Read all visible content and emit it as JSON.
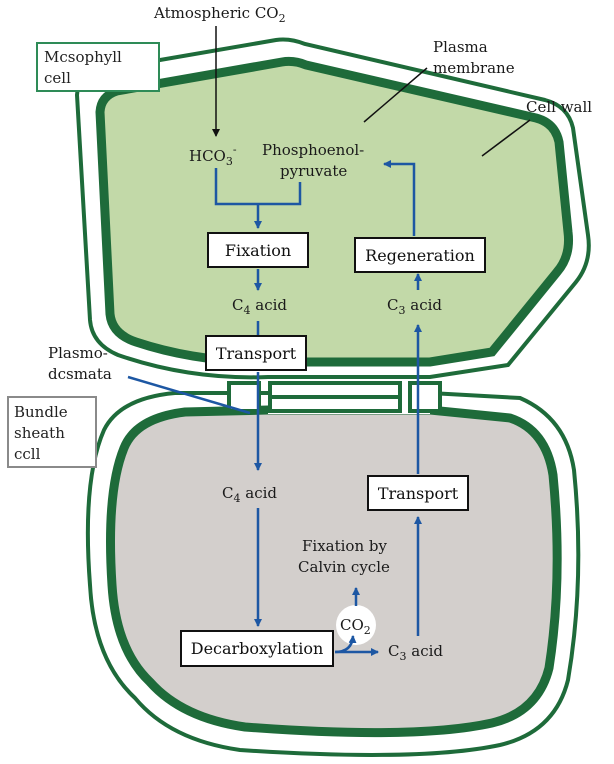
{
  "legend": {
    "mesophyll": "Mcsophyll cell",
    "mesophyll_l1": "Mcsophyll",
    "mesophyll_l2": "cell",
    "bundle_sheath_l1": "Bundle",
    "bundle_sheath_l2": "sheath",
    "bundle_sheath_l3": "ccll"
  },
  "labels": {
    "atmospheric": "Atmospheric CO",
    "atmospheric_sub": "2",
    "plasma_membrane_l1": "Plasma",
    "plasma_membrane_l2": "membrane",
    "cell_wall": "Cell wall",
    "hco3": "HCO",
    "hco3_sub": "3",
    "hco3_sup": "-",
    "pep_l1": "Phosphoenol-",
    "pep_l2": "pyruvate",
    "plasmodesmata_l1": "Plasmo-",
    "plasmodesmata_l2": "dcsmata",
    "c4_acid_top_c": "C",
    "c4_acid_top_sub": "4",
    "c4_acid_top_rest": " acid",
    "c4_acid_bottom_c": "C",
    "c4_acid_bottom_sub": "4",
    "c4_acid_bottom_rest": " acid",
    "c3_acid_top_c": "C",
    "c3_acid_top_sub": "3",
    "c3_acid_top_rest": " acid",
    "c3_acid_bottom_c": "C",
    "c3_acid_bottom_sub": "3",
    "c3_acid_bottom_rest": " acid",
    "calvin_l1": "Fixation by",
    "calvin_l2": "Calvin cycle",
    "co2_bubble": "CO",
    "co2_bubble_sub": "2"
  },
  "boxes": {
    "fixation": "Fixation",
    "regeneration": "Regeneration",
    "transport_top": "Transport",
    "transport_bottom": "Transport",
    "decarboxylation": "Decarboxylation"
  },
  "colors": {
    "cell_wall_dark": "#1e6b3a",
    "legend_green": "#2e8b57",
    "mesophyll_fill": "#c2d9a8",
    "bundle_fill": "#d3cfcc",
    "arrow_blue": "#1d57a3",
    "legend_gray": "#8a8a8a"
  }
}
